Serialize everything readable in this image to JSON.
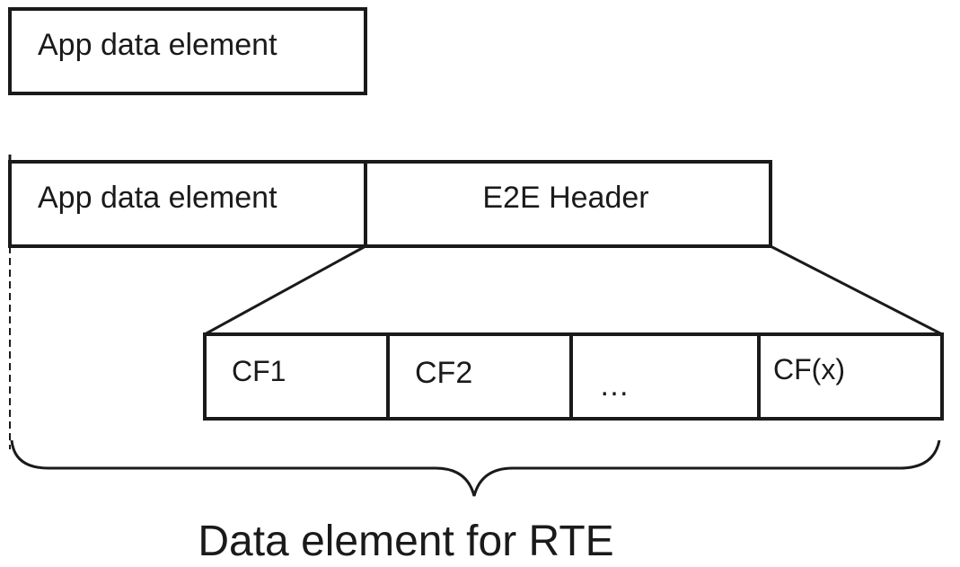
{
  "top_box": {
    "label": "App data element"
  },
  "composite_row": {
    "app_label": "App data element",
    "header_label": "E2E Header"
  },
  "header_fields": [
    {
      "label": "CF1"
    },
    {
      "label": "CF2"
    },
    {
      "label": "…"
    },
    {
      "label": "CF(x)"
    }
  ],
  "caption": {
    "label": "Data element for RTE"
  }
}
